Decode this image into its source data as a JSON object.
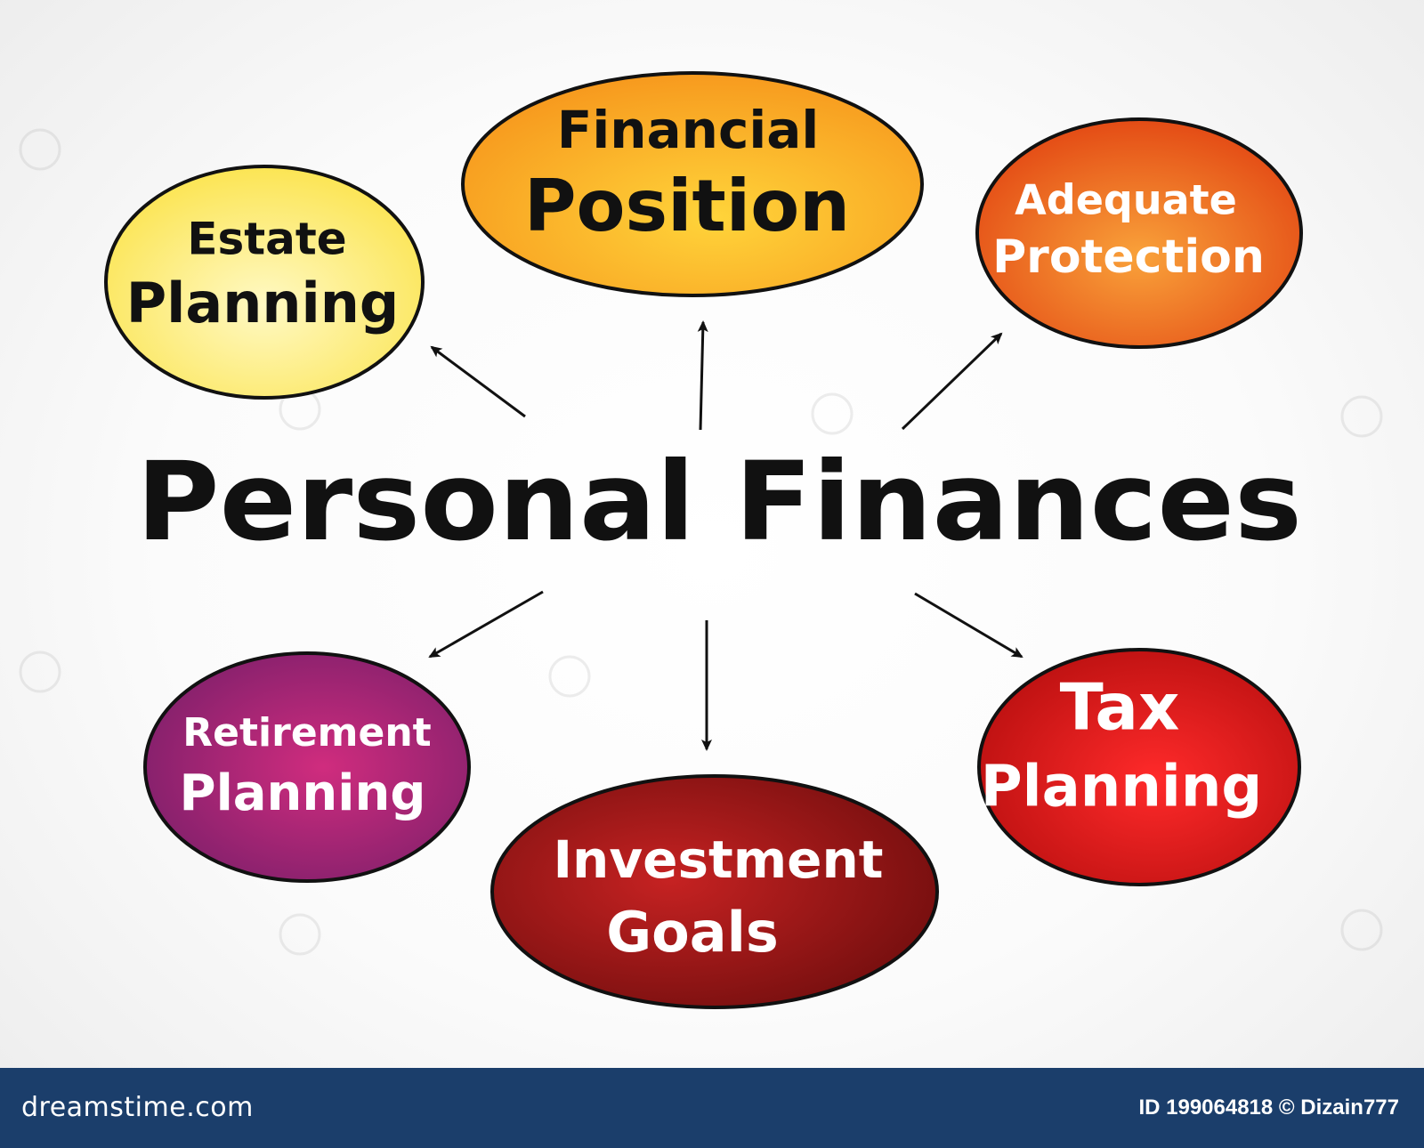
{
  "diagram": {
    "center_title": "Personal Finances",
    "nodes": [
      {
        "id": "estate",
        "line1": "Estate",
        "line2": "Planning",
        "color": "#fde96a",
        "text_color": "#111111"
      },
      {
        "id": "financial",
        "line1": "Financial",
        "line2": "Position",
        "color": "#fbae24",
        "text_color": "#111111"
      },
      {
        "id": "adequate",
        "line1": "Adequate",
        "line2": "Protection",
        "color": "#ef5a18",
        "text_color": "#ffffff"
      },
      {
        "id": "retirement",
        "line1": "Retirement",
        "line2": "Planning",
        "color": "#a3216d",
        "text_color": "#ffffff"
      },
      {
        "id": "investment",
        "line1": "Investment",
        "line2": "Goals",
        "color": "#9b1616",
        "text_color": "#ffffff"
      },
      {
        "id": "tax",
        "line1": "Tax",
        "line2": "Planning",
        "color": "#e01b1b",
        "text_color": "#ffffff"
      }
    ]
  },
  "footer": {
    "brand": "dreamstime.com",
    "id_text": "ID 199064818 © Dizain777"
  }
}
